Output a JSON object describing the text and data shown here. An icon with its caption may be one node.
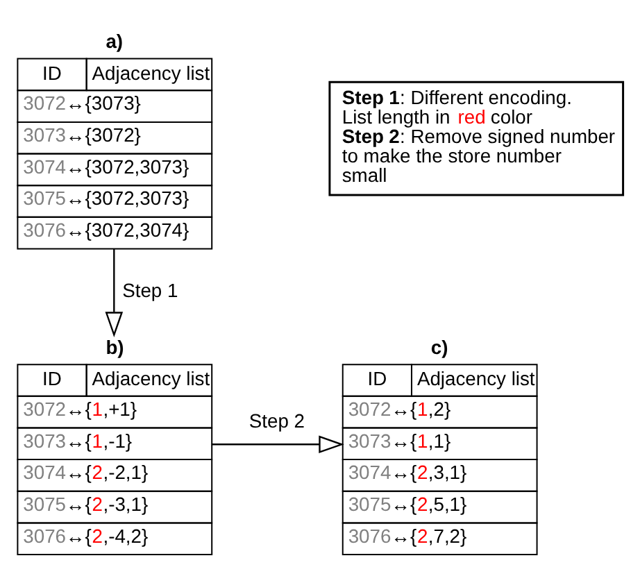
{
  "diagram": {
    "nodes": [
      {
        "text": [
          "a)",
          "ID",
          "Adjacency list",
          "3072↔{3073}",
          "3073↔{3072}",
          "3074↔{3072,3073}",
          "3075↔{3072,3073}",
          "3076↔{3072,3074}"
        ]
      },
      {
        "text": [
          "b)",
          "ID",
          "Adjacency list",
          "3072↔{1,+1}",
          "3073↔{1,-1}",
          "3074↔{2,-2,1}",
          "3075↔{2,-3,1}",
          "3076↔{2,-4,2}"
        ]
      },
      {
        "text": [
          "c)",
          "ID",
          "Adjacency list",
          "3072↔{1,2}",
          "3073↔{1,1}",
          "3074↔{2,3,1}",
          "3075↔{2,5,1}",
          "3076↔{2,7,2}"
        ]
      },
      {
        "text": [
          "**Step 1**: Different encoding. List length in red color",
          "**Step 2**: Remove signed number to make the store number small"
        ]
      }
    ],
    "edges": [
      {
        "from": 0,
        "to": 1,
        "arrow": "to",
        "label": "Step 1"
      },
      {
        "from": 1,
        "to": 2,
        "arrow": "to",
        "label": "Step 2"
      }
    ]
  }
}
